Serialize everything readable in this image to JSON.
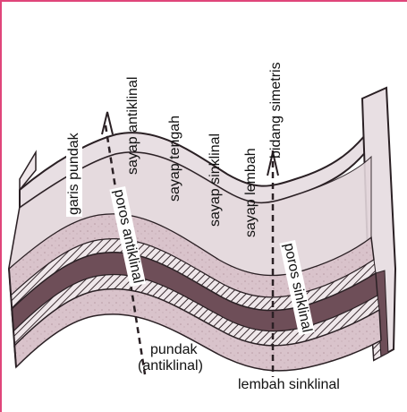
{
  "labels": {
    "garis_pundak": "garis pundak",
    "sayap_antiklinal": "sayap antiklinal",
    "sayap_tengah": "sayap tengah",
    "sayap_sinklinal": "sayap sinklinal",
    "sayap_lembah": "sayap lembah",
    "bidang_simetris": "bidang simetris",
    "poros_antiklinal": "poros antiklinal",
    "poros_sinklinal": "poros sinklinal",
    "pundak_line1": "pundak",
    "pundak_line2": "(antiklinal)",
    "lembah_sinklinal": "lembah sinklinal"
  },
  "colors": {
    "frame": "#e0457a",
    "top_surface": "#e8dfe3",
    "pink_layer": "#d9c3cb",
    "dark_layer": "#6e4e58",
    "hatch": "#3a2c31",
    "outline": "#2a2024"
  }
}
